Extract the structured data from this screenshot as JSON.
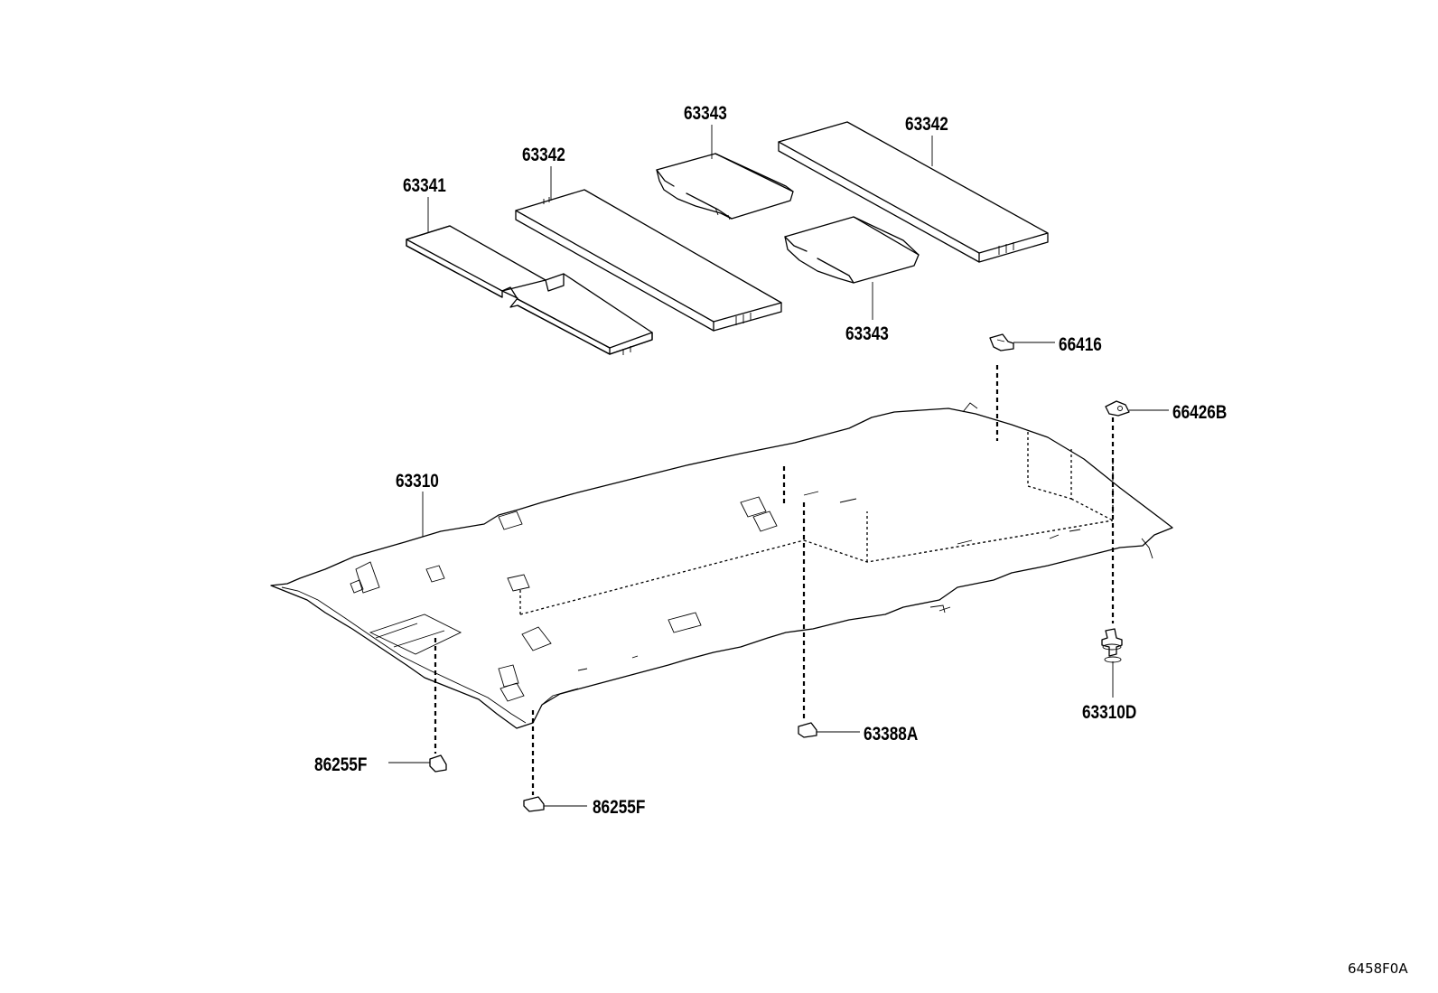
{
  "parts": {
    "p63341": "63341",
    "p63342_left": "63342",
    "p63343_top": "63343",
    "p63342_right": "63342",
    "p63343_bottom": "63343",
    "p66416": "66416",
    "p66426b": "66426B",
    "p63310": "63310",
    "p63310d": "63310D",
    "p63388a": "63388A",
    "p86255f_left": "86255F",
    "p86255f_bottom": "86255F"
  },
  "figure_id": "6458F0A"
}
